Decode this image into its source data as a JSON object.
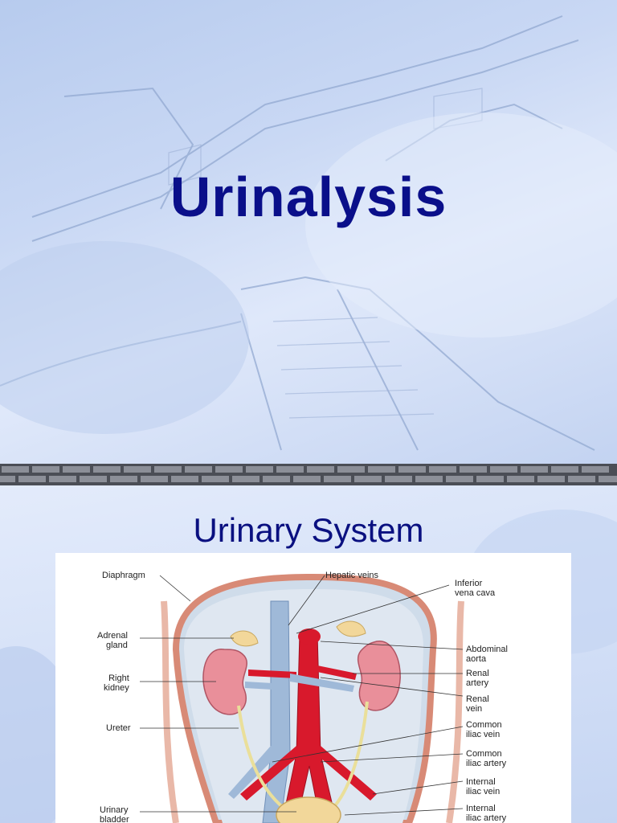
{
  "slide1": {
    "title": "Urinalysis"
  },
  "slide2": {
    "title": "Urinary System",
    "labels": {
      "diaphragm": "Diaphragm",
      "hepatic_veins": "Hepatic veins",
      "inferior_vena_cava": "Inferior\nvena cava",
      "adrenal_gland": "Adrenal\ngland",
      "abdominal_aorta": "Abdominal\naorta",
      "right_kidney": "Right\nkidney",
      "renal_artery": "Renal\nartery",
      "renal_vein": "Renal\nvein",
      "ureter": "Ureter",
      "common_iliac_vein": "Common\niliac vein",
      "common_iliac_artery": "Common\niliac artery",
      "internal_iliac_vein": "Internal\niliac vein",
      "urinary_bladder": "Urinary\nbladder",
      "internal_iliac_artery": "Internal\niliac artery"
    }
  },
  "colors": {
    "title_blue": "#0a0f8a",
    "artery": "#d8192c",
    "vein": "#9fb9d8",
    "kidney": "#e98f9a"
  }
}
